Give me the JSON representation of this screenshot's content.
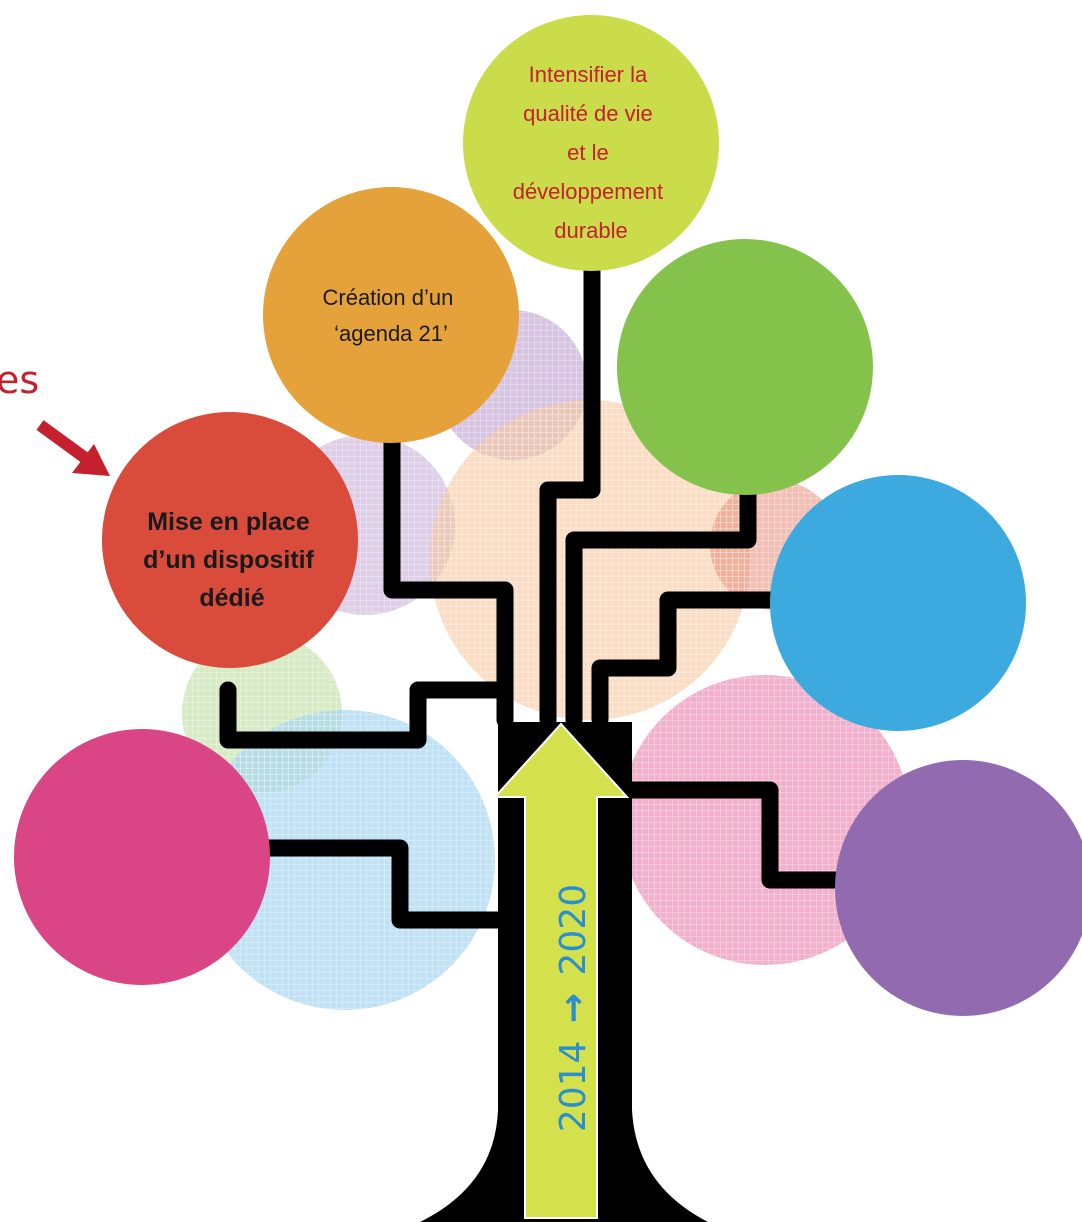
{
  "side_fragment": "es",
  "timeline": {
    "start": "2014",
    "end": "2020",
    "arrow_glyph": "→"
  },
  "nodes": {
    "intensifier": {
      "lines": [
        "Intensifier la",
        "qualité de vie",
        "et le",
        "développement",
        "durable"
      ]
    },
    "creation": {
      "lines": [
        "Création d’un",
        "‘agenda 21’"
      ]
    },
    "mise_en_place": {
      "lines": [
        "Mise en place",
        "d’un dispositif",
        "dédié"
      ]
    },
    "green": {
      "lines": []
    },
    "blue": {
      "lines": []
    },
    "pink": {
      "lines": []
    },
    "purple": {
      "lines": []
    }
  },
  "colors": {
    "lime": "#cbdc4a",
    "orange": "#e6a23a",
    "red": "#d94b3b",
    "green": "#84c24b",
    "blue": "#3daadf",
    "pink": "#d94585",
    "purple": "#916ab0",
    "arrow_fill": "#d5e14c",
    "trunk": "#000000",
    "timeline_text": "#2a8fcf",
    "accent_red": "#c4202e"
  }
}
